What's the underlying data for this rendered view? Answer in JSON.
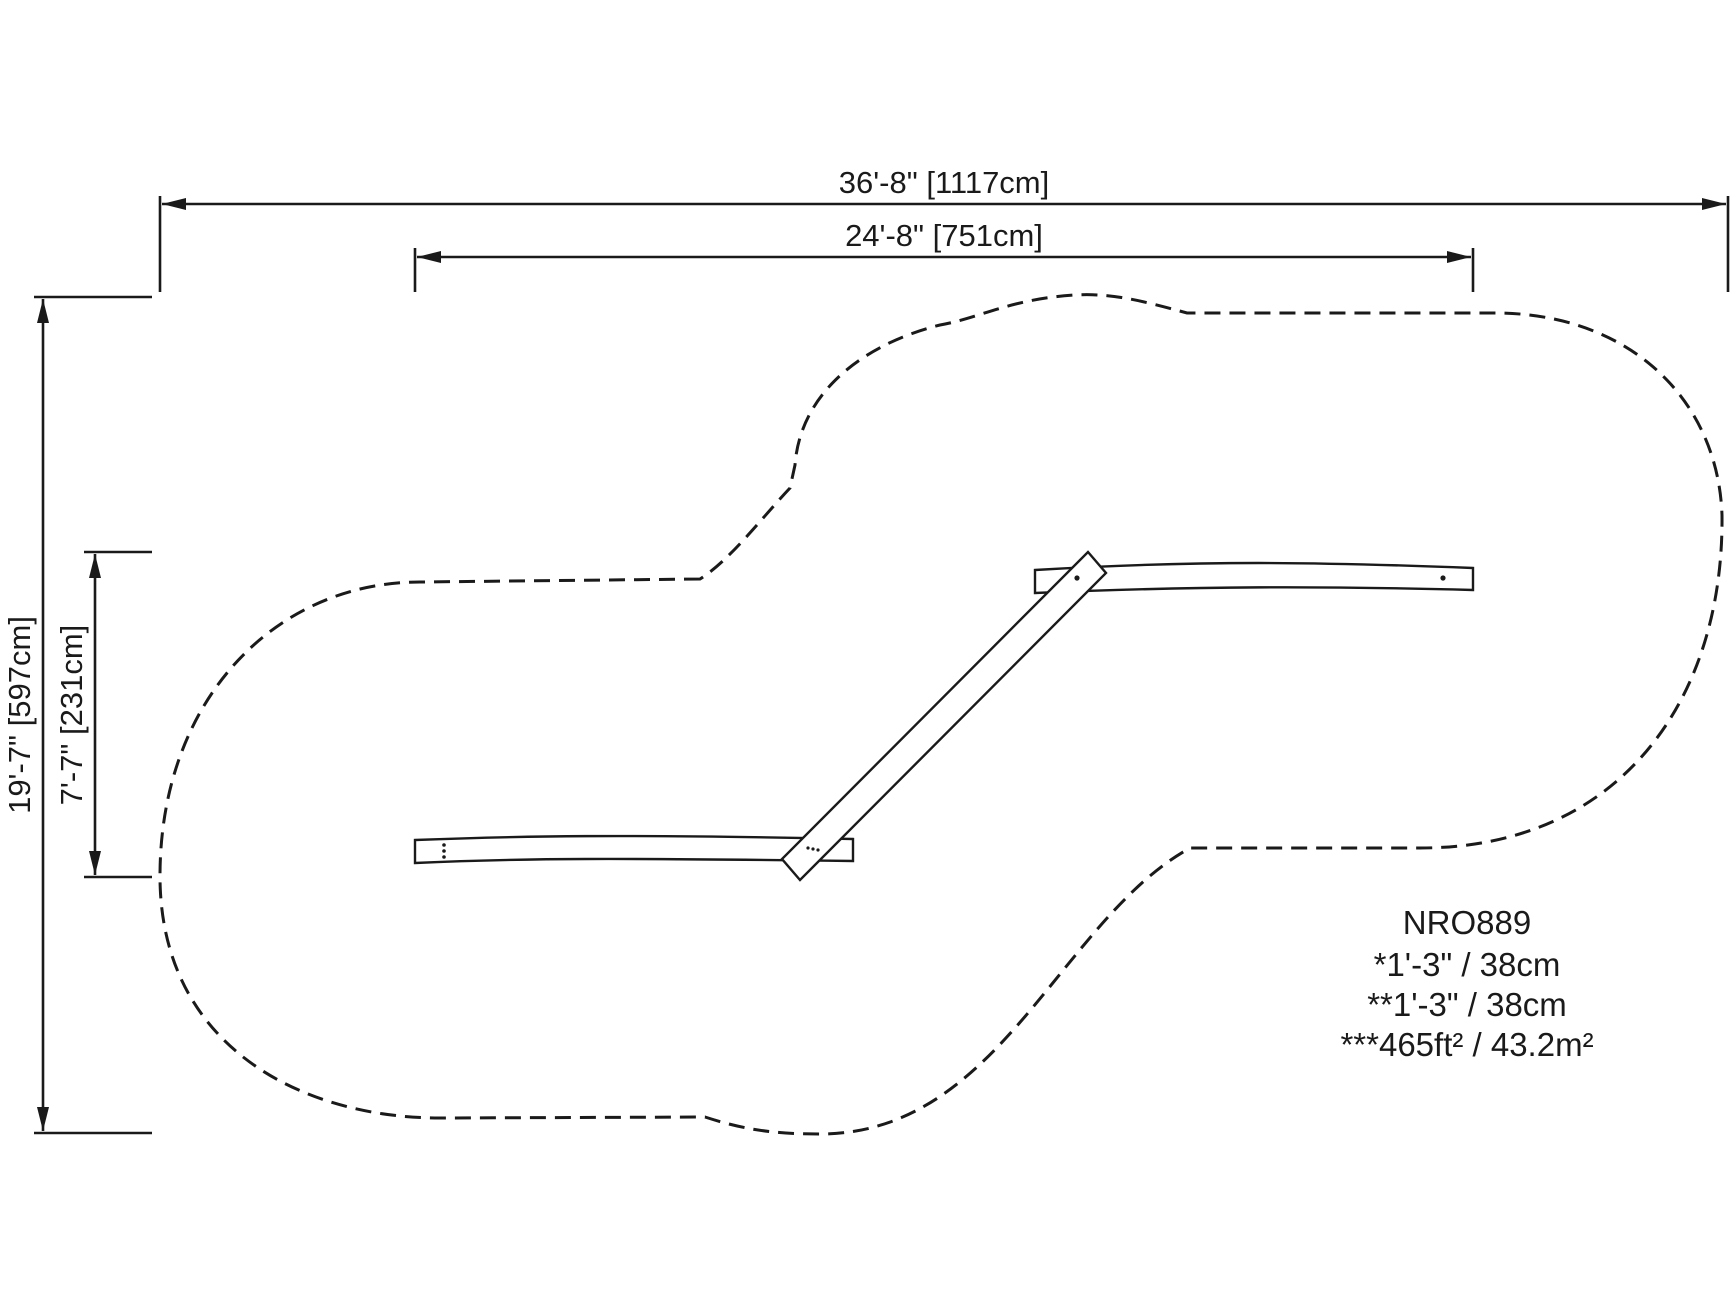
{
  "dimensions": {
    "overall_width": "36'-8\" [1117cm]",
    "inner_width": "24'-8\" [751cm]",
    "overall_depth": "19'-7\" [597cm]",
    "inner_depth": "7'-7\" [231cm]"
  },
  "info": {
    "model": "NRO889",
    "line1": "*1'-3\" / 38cm",
    "line2": "**1'-3\" / 38cm",
    "line3": "***465ft² / 43.2m²"
  },
  "colors": {
    "ink": "#1a1a1a",
    "background": "#ffffff"
  }
}
